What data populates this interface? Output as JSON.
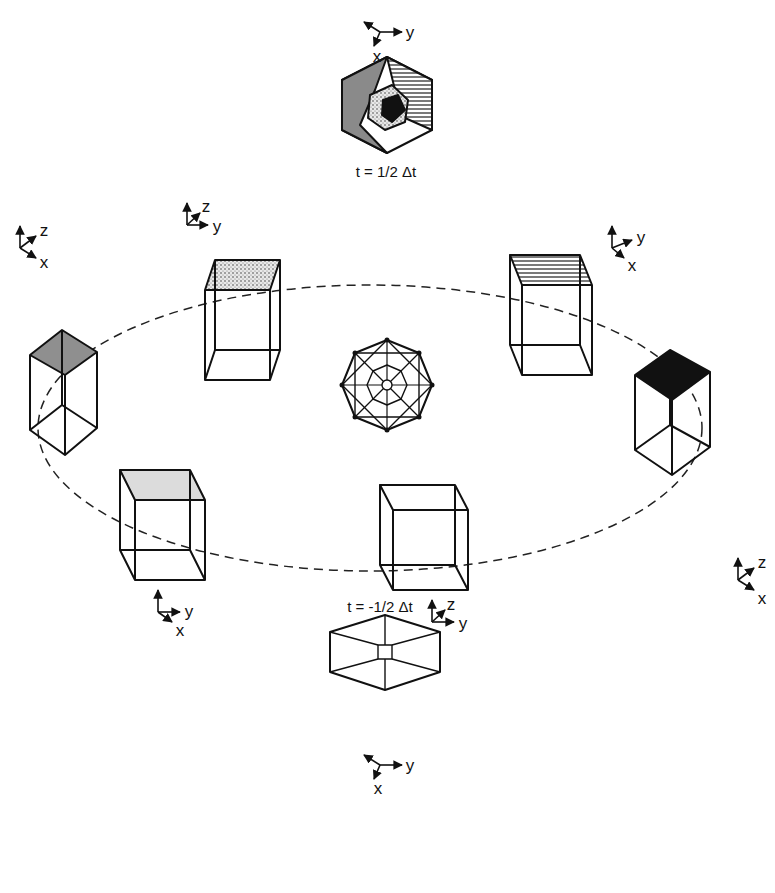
{
  "diagram": {
    "labels": [
      "y",
      "x",
      "t = 1/2 Δt",
      "z",
      "x",
      "z",
      "y",
      "y",
      "x",
      "y",
      "x",
      "z",
      "y",
      "z",
      "x",
      "t = -1/2 Δt",
      "y",
      "x"
    ]
  }
}
